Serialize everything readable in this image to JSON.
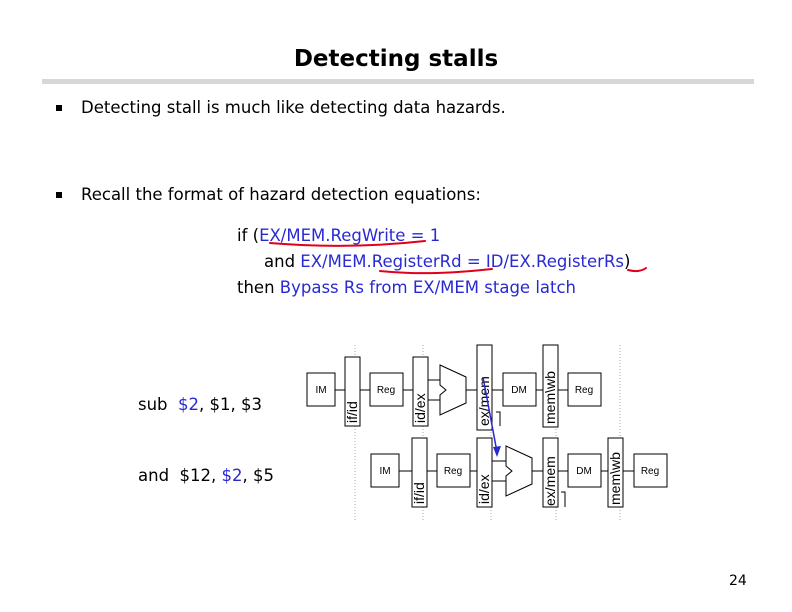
{
  "slide": {
    "title": "Detecting stalls",
    "page_number": "24"
  },
  "bullets": [
    "Detecting stall is much like detecting data hazards.",
    "Recall the format of hazard detection equations:"
  ],
  "equation": {
    "line1": {
      "kw": "if (",
      "expr": "EX/MEM.RegWrite = 1",
      "close": ""
    },
    "line2": {
      "kw": "and ",
      "expr1": "EX/MEM.",
      "expr2": "RegisterRd = ID/EX.RegisterRs",
      "close": ")"
    },
    "line3": {
      "kw": "then ",
      "expr": "Bypass Rs from EX/MEM stage latch"
    }
  },
  "instructions": [
    {
      "op": "sub",
      "dest": "$2",
      "rest": ", $1, $3"
    },
    {
      "op": "and",
      "pre": "$12, ",
      "src": "$2",
      "rest": ", $5"
    }
  ],
  "pipeline_labels": {
    "im": "IM",
    "reg": "Reg",
    "dm": "DM",
    "if_id": "if/id",
    "id_ex": "id/ex",
    "ex_mem": "ex/mem",
    "mem_wb": "mem\\wb"
  },
  "colors": {
    "accent_blue": "#2929d4",
    "annotation_red": "#e0001c",
    "rule_gray": "#d7d7d7"
  }
}
